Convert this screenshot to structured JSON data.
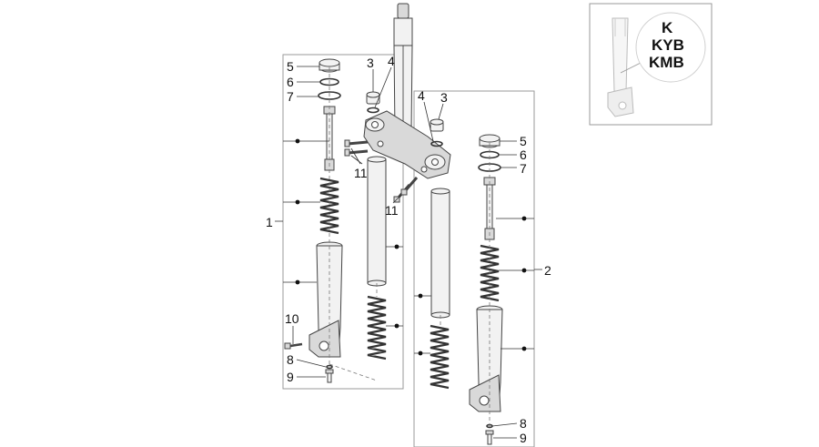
{
  "callouts": {
    "c1": "1",
    "c2": "2",
    "c3a": "3",
    "c3b": "3",
    "c4a": "4",
    "c4b": "4",
    "c5a": "5",
    "c5b": "5",
    "c6a": "6",
    "c6b": "6",
    "c7a": "7",
    "c7b": "7",
    "c8a": "8",
    "c8b": "8",
    "c9a": "9",
    "c9b": "9",
    "c10": "10",
    "c11a": "11",
    "c11b": "11"
  },
  "inset": {
    "line1": "K",
    "line2": "KYB",
    "line3": "KMB"
  }
}
